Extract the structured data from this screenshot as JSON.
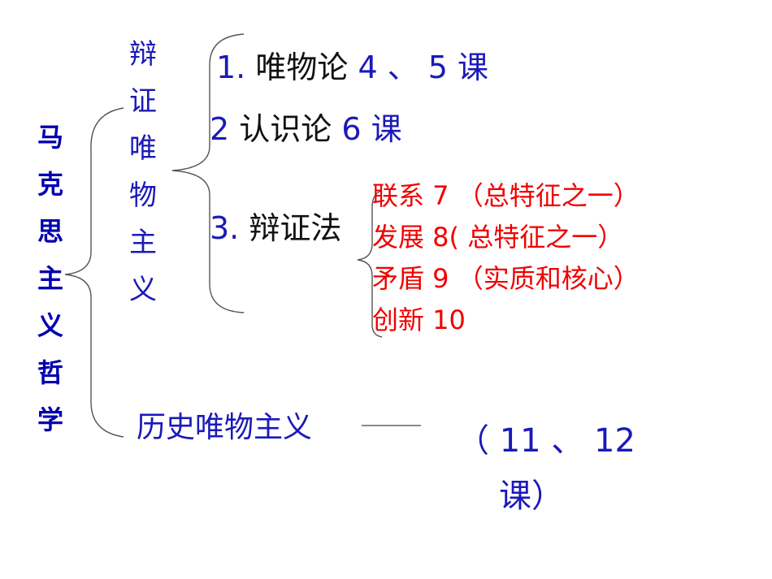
{
  "root": {
    "chars": [
      "马",
      "克",
      "思",
      "主",
      "义",
      "哲",
      "学"
    ]
  },
  "dialectical_materialism": {
    "chars": [
      "辩",
      "证",
      "唯",
      "物",
      "主",
      "义"
    ],
    "items": [
      {
        "num": "1.",
        "text": "唯物论",
        "tail": "4 、 5 课"
      },
      {
        "num": "2",
        "text": "认识论",
        "tail": "6 课"
      },
      {
        "num": "3.",
        "text": "辩证法",
        "tail": ""
      }
    ],
    "dialectics_sub": [
      "联系 7 （总特征之一）",
      "发展 8( 总特征之一）",
      "矛盾 9 （实质和核心）",
      "创新 10"
    ]
  },
  "historical_materialism": {
    "label": "历史唯物主义",
    "lessons_line1": "（ 11 、 12",
    "lessons_line2": "课）"
  },
  "colors": {
    "blue": "#1a1ab8",
    "red": "#f00000",
    "dark": "#111111"
  }
}
